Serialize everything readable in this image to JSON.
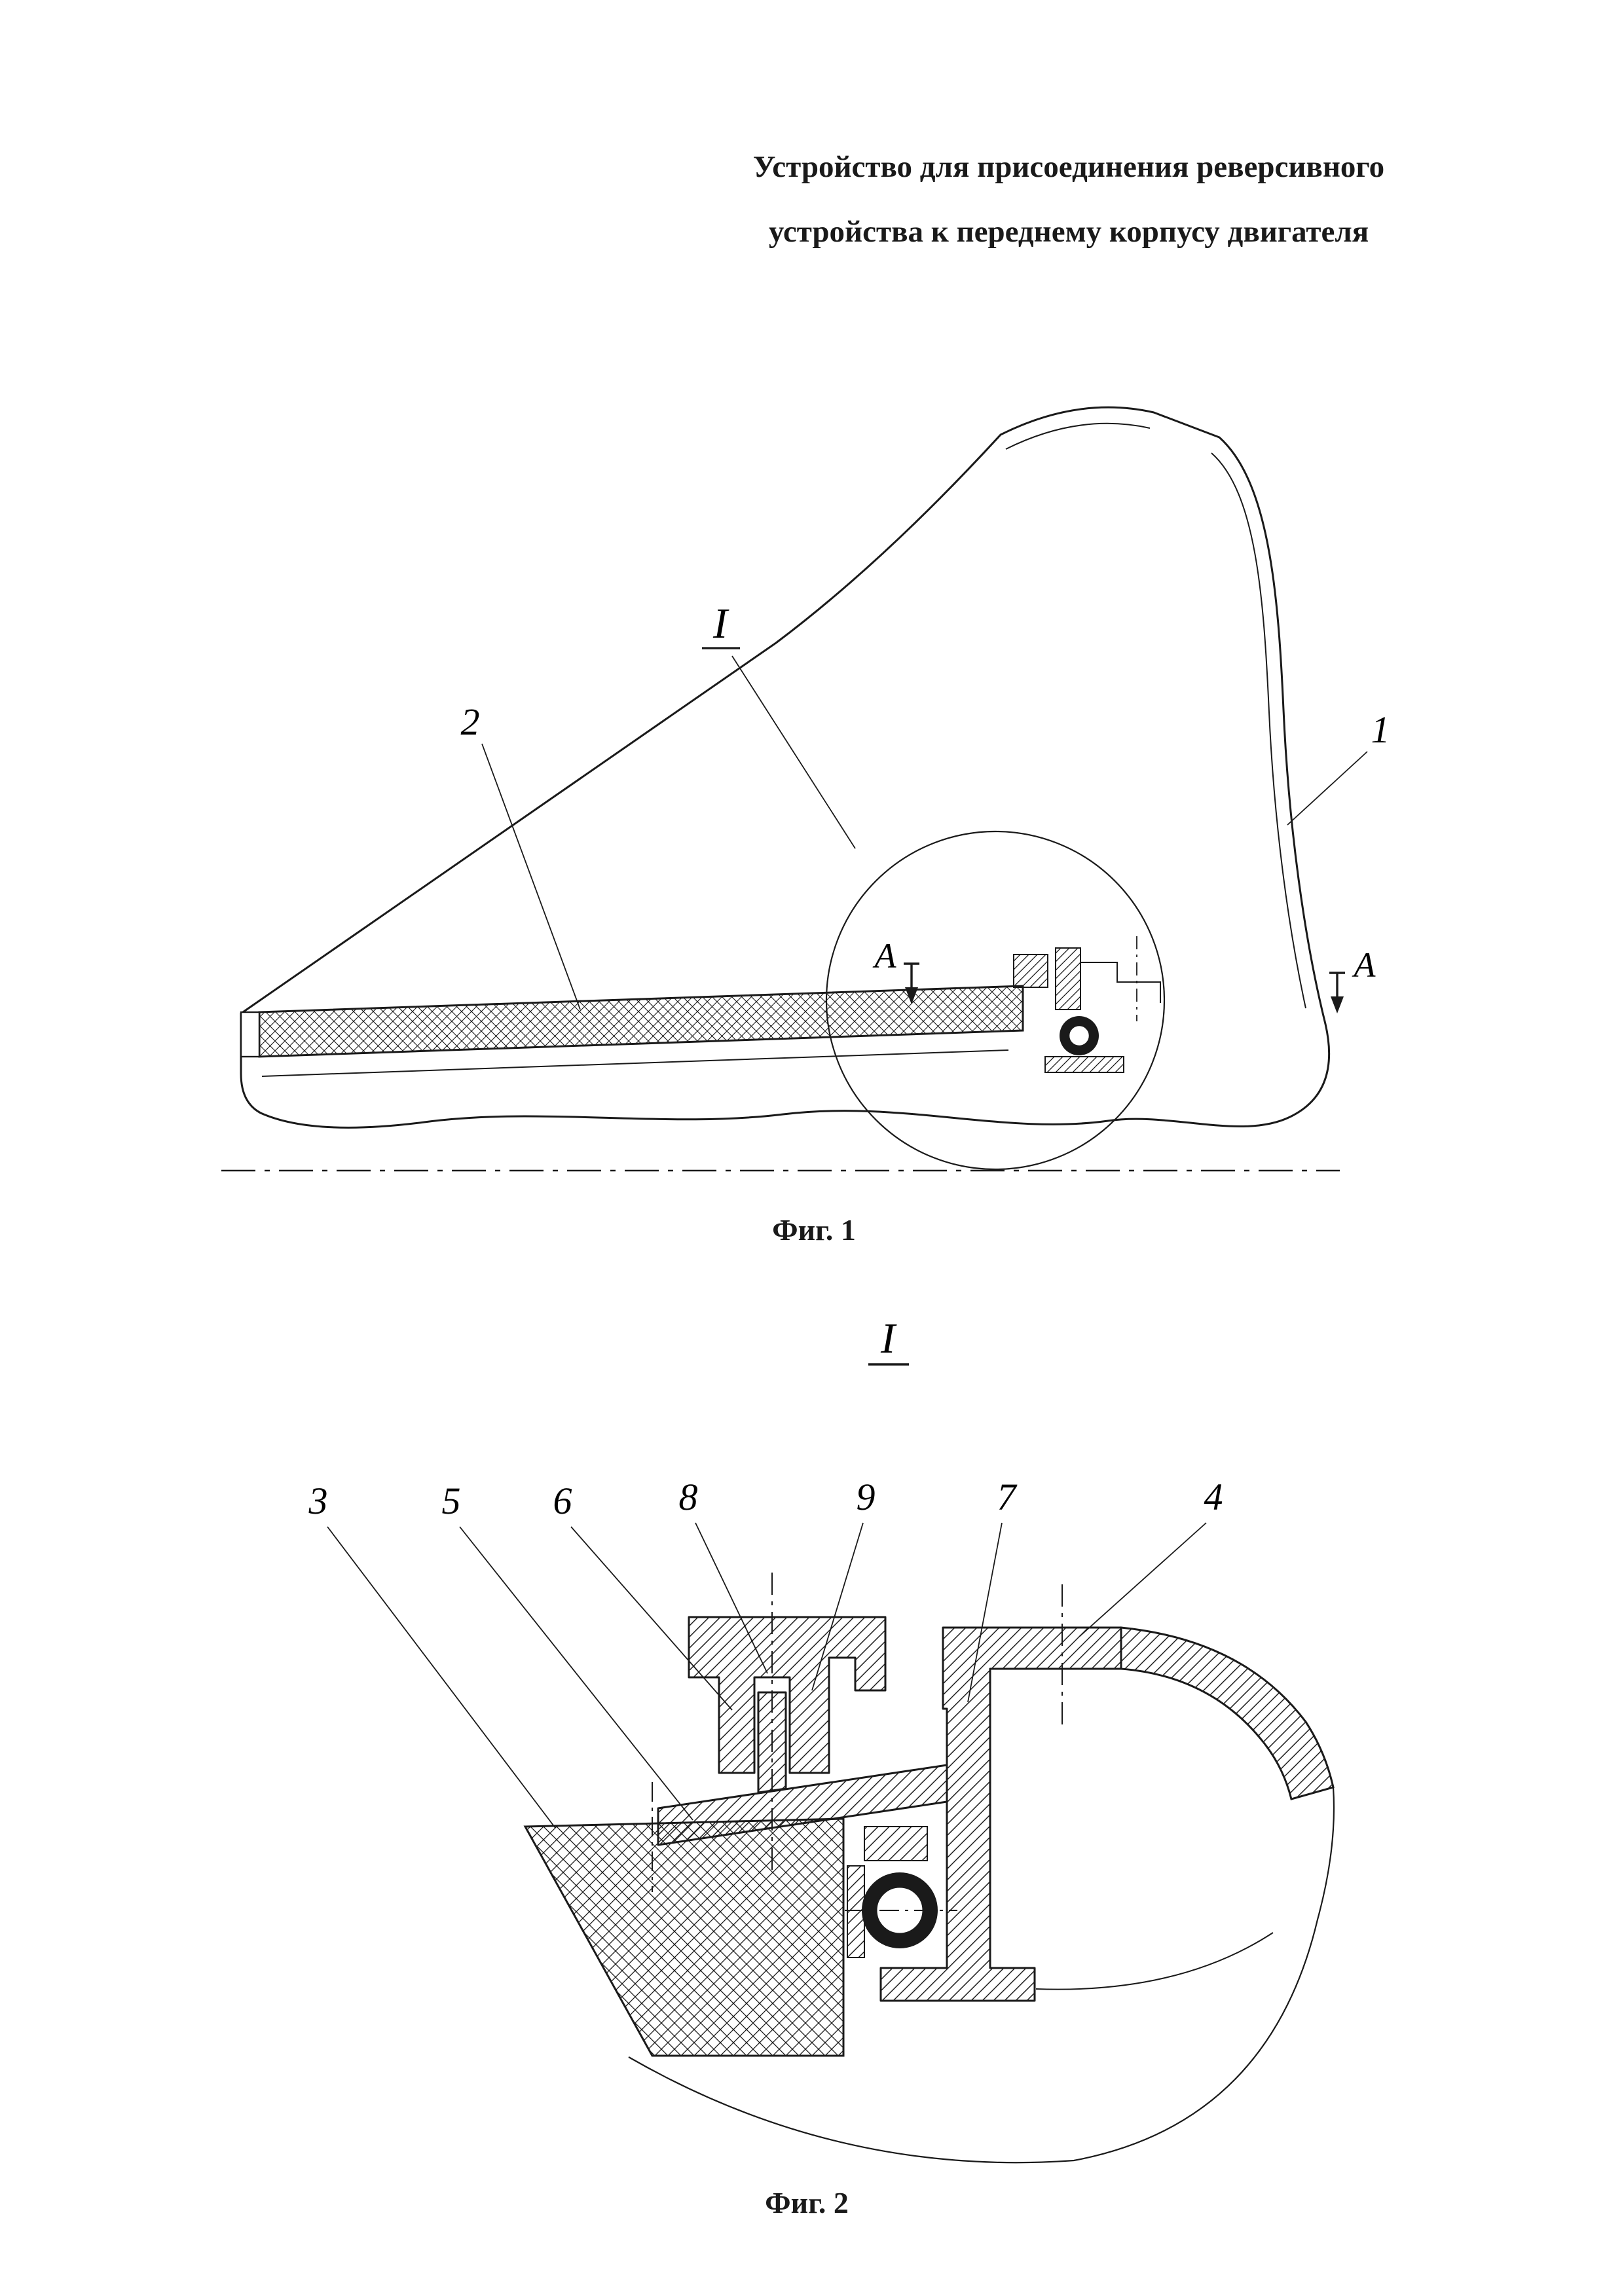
{
  "page": {
    "title_line1": "Устройство для присоединения реверсивного",
    "title_line2": "устройства к переднему корпусу двигателя"
  },
  "fig1": {
    "caption": "Фиг. 1",
    "detail_label": "I",
    "part_labels": {
      "p1": "1",
      "p2": "2"
    },
    "section_labels": {
      "left": "A",
      "right": "A"
    }
  },
  "fig2": {
    "caption": "Фиг. 2",
    "detail_label": "I",
    "part_labels": {
      "p3": "3",
      "p4": "4",
      "p5": "5",
      "p6": "6",
      "p7": "7",
      "p8": "8",
      "p9": "9"
    }
  },
  "colors": {
    "ink": "#1a1a1a",
    "paper": "#ffffff"
  }
}
